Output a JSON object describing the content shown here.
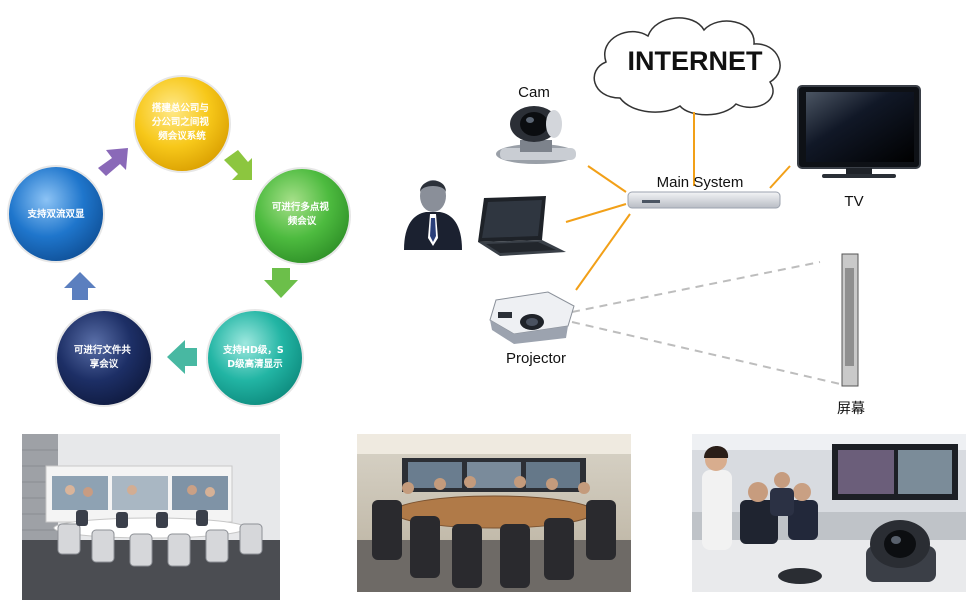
{
  "cycle": {
    "items": [
      {
        "lines": [
          "搭建总公司与",
          "分公司之间视",
          "频会议系统"
        ],
        "color": "#f2c200"
      },
      {
        "lines": [
          "可进行多点视",
          "频会议"
        ],
        "color": "#3eab3a"
      },
      {
        "lines": [
          "支持HD级，S",
          "D级高清显示"
        ],
        "color": "#16a79a"
      },
      {
        "lines": [
          "可进行文件共",
          "享会议"
        ],
        "color": "#1d2f66"
      },
      {
        "lines": [
          "支持双流双显"
        ],
        "color": "#1a6cc2"
      }
    ]
  },
  "network": {
    "internet": "INTERNET",
    "cam": "Cam",
    "main_system": "Main System",
    "tv": "TV",
    "projector": "Projector",
    "screen": "屏幕",
    "line_color": "#f2a018"
  }
}
